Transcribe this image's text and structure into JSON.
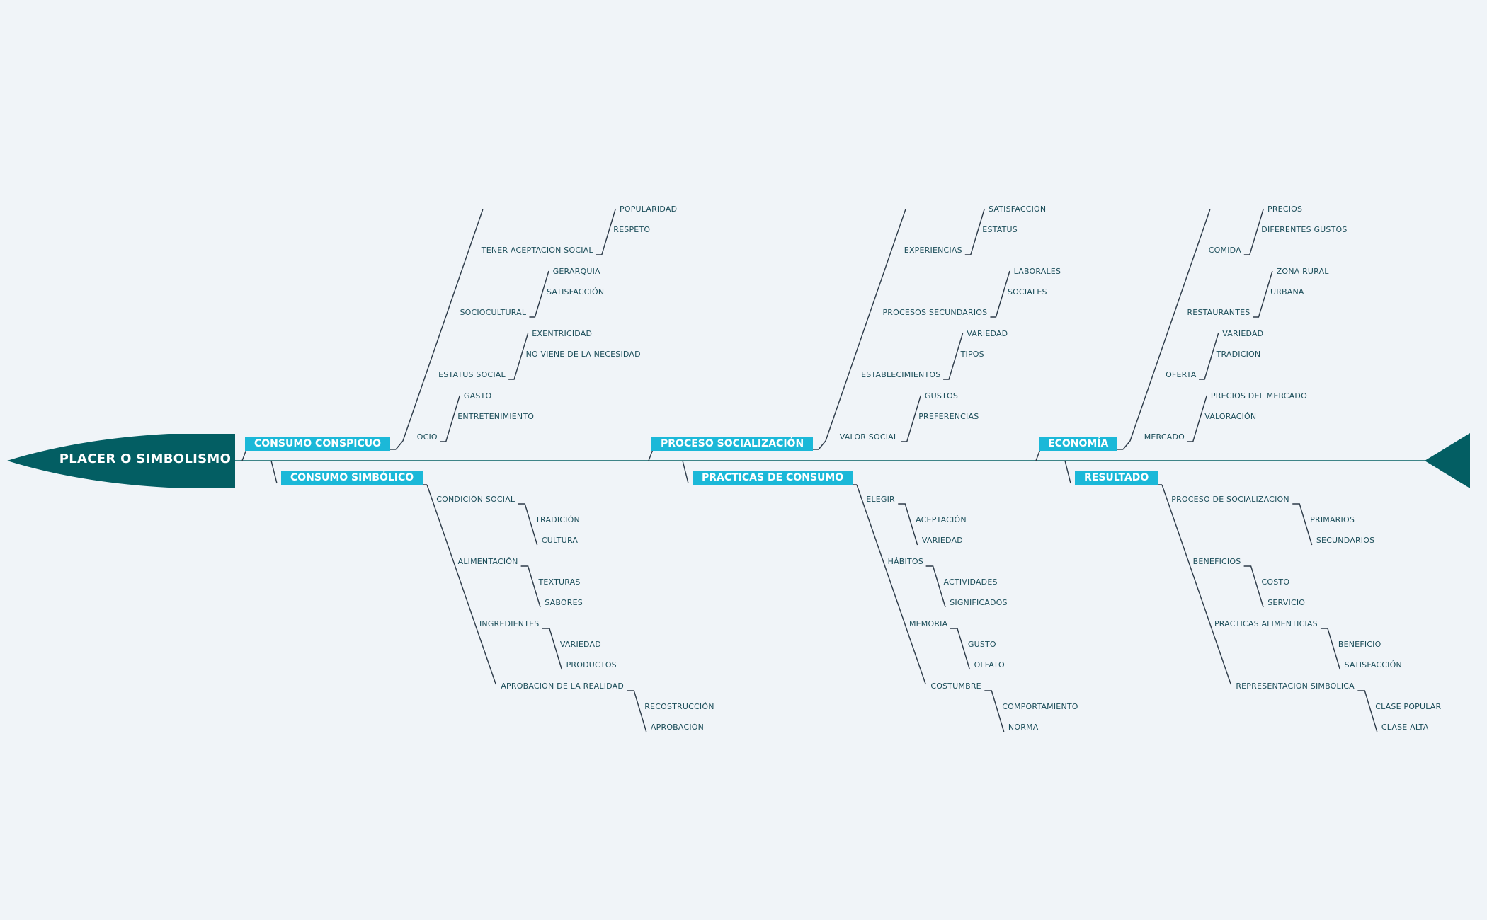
{
  "head_label": "PLACER O SIMBOLISMO",
  "colors": {
    "background": "#f0f4f8",
    "head": "#035e63",
    "spine": "#035e63",
    "category": "#1bb8d8",
    "line": "#2c3a48",
    "text": "#1c4e5a"
  },
  "top_branches": [
    {
      "name": "CONSUMO CONSPICUO",
      "causes": [
        {
          "name": "TENER ACEPTACIÓN SOCIAL",
          "subs": [
            "POPULARIDAD",
            "RESPETO"
          ]
        },
        {
          "name": "SOCIOCULTURAL",
          "subs": [
            "GERARQUIA",
            "SATISFACCIÓN"
          ]
        },
        {
          "name": "ESTATUS SOCIAL",
          "subs": [
            "EXENTRICIDAD",
            "NO VIENE DE LA NECESIDAD"
          ]
        },
        {
          "name": "OCIO",
          "subs": [
            "GASTO",
            "ENTRETENIMIENTO"
          ]
        }
      ]
    },
    {
      "name": "PROCESO SOCIALIZACIÓN",
      "causes": [
        {
          "name": "EXPERIENCIAS",
          "subs": [
            "SATISFACCIÓN",
            "ESTATUS"
          ]
        },
        {
          "name": "PROCESOS SECUNDARIOS",
          "subs": [
            "LABORALES",
            "SOCIALES"
          ]
        },
        {
          "name": "ESTABLECIMIENTOS",
          "subs": [
            "VARIEDAD",
            "TIPOS"
          ]
        },
        {
          "name": "VALOR SOCIAL",
          "subs": [
            "GUSTOS",
            "PREFERENCIAS"
          ]
        }
      ]
    },
    {
      "name": "ECONOMÍA",
      "causes": [
        {
          "name": "COMIDA",
          "subs": [
            "PRECIOS",
            "DIFERENTES GUSTOS"
          ]
        },
        {
          "name": "RESTAURANTES",
          "subs": [
            "ZONA RURAL",
            "URBANA"
          ]
        },
        {
          "name": "OFERTA",
          "subs": [
            "VARIEDAD",
            "TRADICION"
          ]
        },
        {
          "name": "MERCADO",
          "subs": [
            "PRECIOS DEL MERCADO",
            "VALORACIÓN"
          ]
        }
      ]
    }
  ],
  "bottom_branches": [
    {
      "name": "CONSUMO SIMBÓLICO",
      "causes": [
        {
          "name": "CONDICIÓN SOCIAL",
          "subs": [
            "TRADICIÓN",
            "CULTURA"
          ]
        },
        {
          "name": "ALIMENTACIÓN",
          "subs": [
            "TEXTURAS",
            "SABORES"
          ]
        },
        {
          "name": "INGREDIENTES",
          "subs": [
            "VARIEDAD",
            "PRODUCTOS"
          ]
        },
        {
          "name": "APROBACIÓN DE LA REALIDAD",
          "subs": [
            "RECOSTRUCCIÓN",
            "APROBACIÓN"
          ]
        }
      ]
    },
    {
      "name": "PRACTICAS DE CONSUMO",
      "causes": [
        {
          "name": "ELEGIR",
          "subs": [
            "ACEPTACIÓN",
            "VARIEDAD"
          ]
        },
        {
          "name": "HÁBITOS",
          "subs": [
            "ACTIVIDADES",
            "SIGNIFICADOS"
          ]
        },
        {
          "name": "MEMORIA",
          "subs": [
            "GUSTO",
            "OLFATO"
          ]
        },
        {
          "name": "COSTUMBRE",
          "subs": [
            "COMPORTAMIENTO",
            "NORMA"
          ]
        }
      ]
    },
    {
      "name": "RESULTADO",
      "causes": [
        {
          "name": "PROCESO DE SOCIALIZACIÓN",
          "subs": [
            "PRIMARIOS",
            "SECUNDARIOS"
          ]
        },
        {
          "name": "BENEFICIOS",
          "subs": [
            "COSTO",
            "SERVICIO"
          ]
        },
        {
          "name": "PRACTICAS ALIMENTICIAS",
          "subs": [
            "BENEFICIO",
            "SATISFACCIÓN"
          ]
        },
        {
          "name": "REPRESENTACION SIMBÓLICA",
          "subs": [
            "CLASE POPULAR",
            "CLASE ALTA"
          ]
        }
      ]
    }
  ]
}
